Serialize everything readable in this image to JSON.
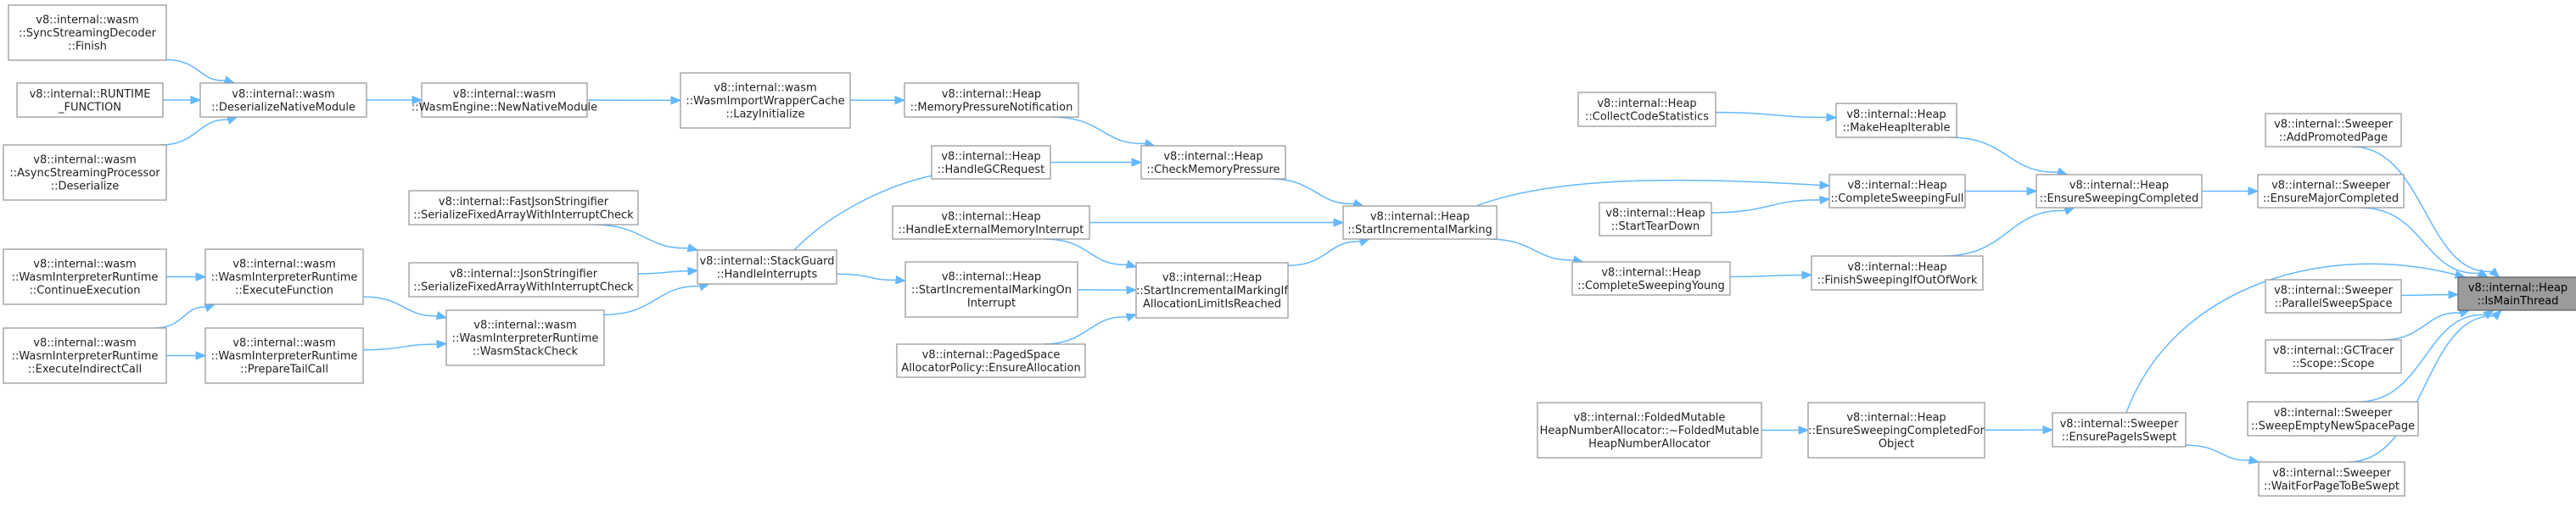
{
  "graph": {
    "focus_node": "n_ismainthread",
    "nodes": [
      {
        "id": "n_ismainthread",
        "lines": [
          "v8::internal::Heap",
          "::IsMainThread"
        ],
        "focus": true
      },
      {
        "id": "n_addpromotedpage",
        "lines": [
          "v8::internal::Sweeper",
          "::AddPromotedPage"
        ]
      },
      {
        "id": "n_ensuremajorcompleted",
        "lines": [
          "v8::internal::Sweeper",
          "::EnsureMajorCompleted"
        ]
      },
      {
        "id": "n_parallelsweepspace",
        "lines": [
          "v8::internal::Sweeper",
          "::ParallelSweepSpace"
        ]
      },
      {
        "id": "n_gctracerscope",
        "lines": [
          "v8::internal::GCTracer",
          "::Scope::Scope"
        ]
      },
      {
        "id": "n_sweepemptynewspacepage",
        "lines": [
          "v8::internal::Sweeper",
          "::SweepEmptyNewSpacePage"
        ]
      },
      {
        "id": "n_waitforpagetobeswept",
        "lines": [
          "v8::internal::Sweeper",
          "::WaitForPageToBeSwept"
        ]
      },
      {
        "id": "n_ensuresweepingcompleted",
        "lines": [
          "v8::internal::Heap",
          "::EnsureSweepingCompleted"
        ]
      },
      {
        "id": "n_ensurepageisswept",
        "lines": [
          "v8::internal::Sweeper",
          "::EnsurePageIsSwept"
        ]
      },
      {
        "id": "n_makeheapiterable",
        "lines": [
          "v8::internal::Heap",
          "::MakeHeapIterable"
        ]
      },
      {
        "id": "n_completesweepingfull",
        "lines": [
          "v8::internal::Heap",
          "::CompleteSweepingFull"
        ]
      },
      {
        "id": "n_finishsweepingifoutofwork",
        "lines": [
          "v8::internal::Heap",
          "::FinishSweepingIfOutOfWork"
        ]
      },
      {
        "id": "n_ensuresweepingcompletedforobject",
        "lines": [
          "v8::internal::Heap",
          "::EnsureSweepingCompletedFor",
          "Object"
        ]
      },
      {
        "id": "n_collectcodestatistics",
        "lines": [
          "v8::internal::Heap",
          "::CollectCodeStatistics"
        ]
      },
      {
        "id": "n_starttheardown",
        "lines": [
          "v8::internal::Heap",
          "::StartTearDown"
        ]
      },
      {
        "id": "n_completesweepingyoung",
        "lines": [
          "v8::internal::Heap",
          "::CompleteSweepingYoung"
        ]
      },
      {
        "id": "n_startincrementalmarking",
        "lines": [
          "v8::internal::Heap",
          "::StartIncrementalMarking"
        ]
      },
      {
        "id": "n_foldedmutable",
        "lines": [
          "v8::internal::FoldedMutable",
          "HeapNumberAllocator::~FoldedMutable",
          "HeapNumberAllocator"
        ]
      },
      {
        "id": "n_checkmemorypressure",
        "lines": [
          "v8::internal::Heap",
          "::CheckMemoryPressure"
        ]
      },
      {
        "id": "n_startincrementalmarkingiflimit",
        "lines": [
          "v8::internal::Heap",
          "::StartIncrementalMarkingIf",
          "AllocationLimitIsReached"
        ]
      },
      {
        "id": "n_handleexternalmemoryinterrupt",
        "lines": [
          "v8::internal::Heap",
          "::HandleExternalMemoryInterrupt"
        ]
      },
      {
        "id": "n_memorypressurenotification",
        "lines": [
          "v8::internal::Heap",
          "::MemoryPressureNotification"
        ]
      },
      {
        "id": "n_handlegcrequest",
        "lines": [
          "v8::internal::Heap",
          "::HandleGCRequest"
        ]
      },
      {
        "id": "n_startincrementalmarkingoninterrupt",
        "lines": [
          "v8::internal::Heap",
          "::StartIncrementalMarkingOn",
          "Interrupt"
        ]
      },
      {
        "id": "n_pagedspaceallocatorpolicy",
        "lines": [
          "v8::internal::PagedSpace",
          "AllocatorPolicy::EnsureAllocation"
        ]
      },
      {
        "id": "n_lazyinitialize",
        "lines": [
          "v8::internal::wasm",
          "::WasmImportWrapperCache",
          "::LazyInitialize"
        ]
      },
      {
        "id": "n_handleinterrupts",
        "lines": [
          "v8::internal::StackGuard",
          "::HandleInterrupts"
        ]
      },
      {
        "id": "n_newnativemodule",
        "lines": [
          "v8::internal::wasm",
          "::WasmEngine::NewNativeModule"
        ]
      },
      {
        "id": "n_fastjsonstringifier",
        "lines": [
          "v8::internal::FastJsonStringifier",
          "::SerializeFixedArrayWithInterruptCheck"
        ]
      },
      {
        "id": "n_jsonstringifier",
        "lines": [
          "v8::internal::JsonStringifier",
          "::SerializeFixedArrayWithInterruptCheck"
        ]
      },
      {
        "id": "n_wasmstackcheck",
        "lines": [
          "v8::internal::wasm",
          "::WasmInterpreterRuntime",
          "::WasmStackCheck"
        ]
      },
      {
        "id": "n_deserializenativemodule",
        "lines": [
          "v8::internal::wasm",
          "::DeserializeNativeModule"
        ]
      },
      {
        "id": "n_executefunction",
        "lines": [
          "v8::internal::wasm",
          "::WasmInterpreterRuntime",
          "::ExecuteFunction"
        ]
      },
      {
        "id": "n_preparetailcall",
        "lines": [
          "v8::internal::wasm",
          "::WasmInterpreterRuntime",
          "::PrepareTailCall"
        ]
      },
      {
        "id": "n_syncstreamingdecoder",
        "lines": [
          "v8::internal::wasm",
          "::SyncStreamingDecoder",
          "::Finish"
        ]
      },
      {
        "id": "n_runtimefunction",
        "lines": [
          "v8::internal::RUNTIME",
          "_FUNCTION"
        ]
      },
      {
        "id": "n_asyncstreamingprocessor",
        "lines": [
          "v8::internal::wasm",
          "::AsyncStreamingProcessor",
          "::Deserialize"
        ]
      },
      {
        "id": "n_continueexecution",
        "lines": [
          "v8::internal::wasm",
          "::WasmInterpreterRuntime",
          "::ContinueExecution"
        ]
      },
      {
        "id": "n_executeindirectcall",
        "lines": [
          "v8::internal::wasm",
          "::WasmInterpreterRuntime",
          "::ExecuteIndirectCall"
        ]
      }
    ],
    "edges": [
      {
        "from": "n_syncstreamingdecoder",
        "to": "n_deserializenativemodule"
      },
      {
        "from": "n_runtimefunction",
        "to": "n_deserializenativemodule"
      },
      {
        "from": "n_asyncstreamingprocessor",
        "to": "n_deserializenativemodule"
      },
      {
        "from": "n_deserializenativemodule",
        "to": "n_newnativemodule"
      },
      {
        "from": "n_newnativemodule",
        "to": "n_lazyinitialize"
      },
      {
        "from": "n_lazyinitialize",
        "to": "n_memorypressurenotification"
      },
      {
        "from": "n_memorypressurenotification",
        "to": "n_checkmemorypressure"
      },
      {
        "from": "n_handlegcrequest",
        "to": "n_checkmemorypressure"
      },
      {
        "from": "n_handleinterrupts",
        "to": "n_handlegcrequest"
      },
      {
        "from": "n_handleinterrupts",
        "to": "n_startincrementalmarkingoninterrupt"
      },
      {
        "from": "n_fastjsonstringifier",
        "to": "n_handleinterrupts"
      },
      {
        "from": "n_jsonstringifier",
        "to": "n_handleinterrupts"
      },
      {
        "from": "n_wasmstackcheck",
        "to": "n_handleinterrupts"
      },
      {
        "from": "n_executefunction",
        "to": "n_wasmstackcheck"
      },
      {
        "from": "n_preparetailcall",
        "to": "n_wasmstackcheck"
      },
      {
        "from": "n_continueexecution",
        "to": "n_executefunction"
      },
      {
        "from": "n_executeindirectcall",
        "to": "n_executefunction"
      },
      {
        "from": "n_executeindirectcall",
        "to": "n_preparetailcall"
      },
      {
        "from": "n_checkmemorypressure",
        "to": "n_startincrementalmarking"
      },
      {
        "from": "n_handleexternalmemoryinterrupt",
        "to": "n_startincrementalmarking"
      },
      {
        "from": "n_handleexternalmemoryinterrupt",
        "to": "n_startincrementalmarkingiflimit"
      },
      {
        "from": "n_startincrementalmarkingoninterrupt",
        "to": "n_startincrementalmarkingiflimit"
      },
      {
        "from": "n_pagedspaceallocatorpolicy",
        "to": "n_startincrementalmarkingiflimit"
      },
      {
        "from": "n_startincrementalmarkingiflimit",
        "to": "n_startincrementalmarking"
      },
      {
        "from": "n_startincrementalmarking",
        "to": "n_completesweepingfull"
      },
      {
        "from": "n_startincrementalmarking",
        "to": "n_completesweepingyoung"
      },
      {
        "from": "n_collectcodestatistics",
        "to": "n_makeheapiterable"
      },
      {
        "from": "n_starttheardown",
        "to": "n_completesweepingfull"
      },
      {
        "from": "n_completesweepingyoung",
        "to": "n_finishsweepingifoutofwork"
      },
      {
        "from": "n_makeheapiterable",
        "to": "n_ensuresweepingcompleted"
      },
      {
        "from": "n_completesweepingfull",
        "to": "n_ensuresweepingcompleted"
      },
      {
        "from": "n_finishsweepingifoutofwork",
        "to": "n_ensuresweepingcompleted"
      },
      {
        "from": "n_ensuresweepingcompleted",
        "to": "n_ensuremajorcompleted"
      },
      {
        "from": "n_foldedmutable",
        "to": "n_ensuresweepingcompletedforobject"
      },
      {
        "from": "n_ensuresweepingcompletedforobject",
        "to": "n_ensurepageisswept"
      },
      {
        "from": "n_ensurepageisswept",
        "to": "n_ismainthread"
      },
      {
        "from": "n_ensurepageisswept",
        "to": "n_waitforpagetobeswept"
      },
      {
        "from": "n_addpromotedpage",
        "to": "n_ismainthread"
      },
      {
        "from": "n_ensuremajorcompleted",
        "to": "n_ismainthread"
      },
      {
        "from": "n_parallelsweepspace",
        "to": "n_ismainthread"
      },
      {
        "from": "n_gctracerscope",
        "to": "n_ismainthread"
      },
      {
        "from": "n_sweepemptynewspacepage",
        "to": "n_ismainthread"
      },
      {
        "from": "n_waitforpagetobeswept",
        "to": "n_ismainthread"
      }
    ]
  },
  "colors": {
    "edge": "#63b8ff",
    "node_border": "#9a9a9a",
    "node_fill": "#ffffff",
    "focus_fill": "#9b9b9b"
  }
}
